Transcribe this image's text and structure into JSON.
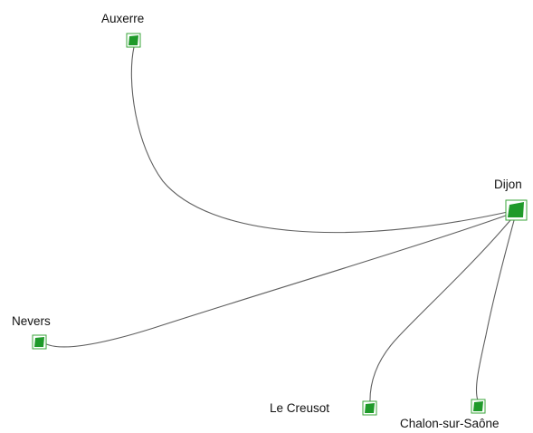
{
  "graph": {
    "colors": {
      "node_fill": "#1f9a2a",
      "node_border": "#3aa43a",
      "edge": "#5f5f5f",
      "background": "#ffffff"
    },
    "nodes": [
      {
        "id": "auxerre",
        "label": "Auxerre"
      },
      {
        "id": "dijon",
        "label": "Dijon"
      },
      {
        "id": "nevers",
        "label": "Nevers"
      },
      {
        "id": "le-creusot",
        "label": "Le Creusot"
      },
      {
        "id": "chalon",
        "label": "Chalon-sur-Saône"
      }
    ],
    "edges": [
      {
        "from": "auxerre",
        "to": "dijon"
      },
      {
        "from": "dijon",
        "to": "nevers"
      },
      {
        "from": "dijon",
        "to": "le-creusot"
      },
      {
        "from": "dijon",
        "to": "chalon"
      }
    ]
  }
}
